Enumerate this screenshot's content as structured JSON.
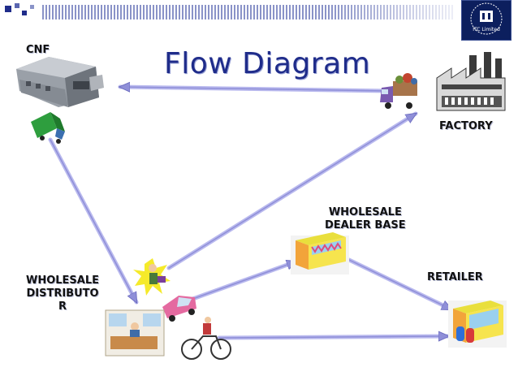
{
  "title": "Flow Diagram",
  "nodes": {
    "cnf": "CNF",
    "factory": "FACTORY",
    "wholesale_dealer_base": [
      "WHOLESALE",
      "DEALER BASE"
    ],
    "retailer": "RETAILER",
    "wholesale_distributor": [
      "WHOLESALE",
      "DISTRIBUTO",
      "R"
    ]
  },
  "logo": {
    "text": "ITC Limited"
  },
  "colors": {
    "title": "#1f2c8a",
    "arrow": "#8f8fd8",
    "header_bar": "#8a93c8"
  }
}
